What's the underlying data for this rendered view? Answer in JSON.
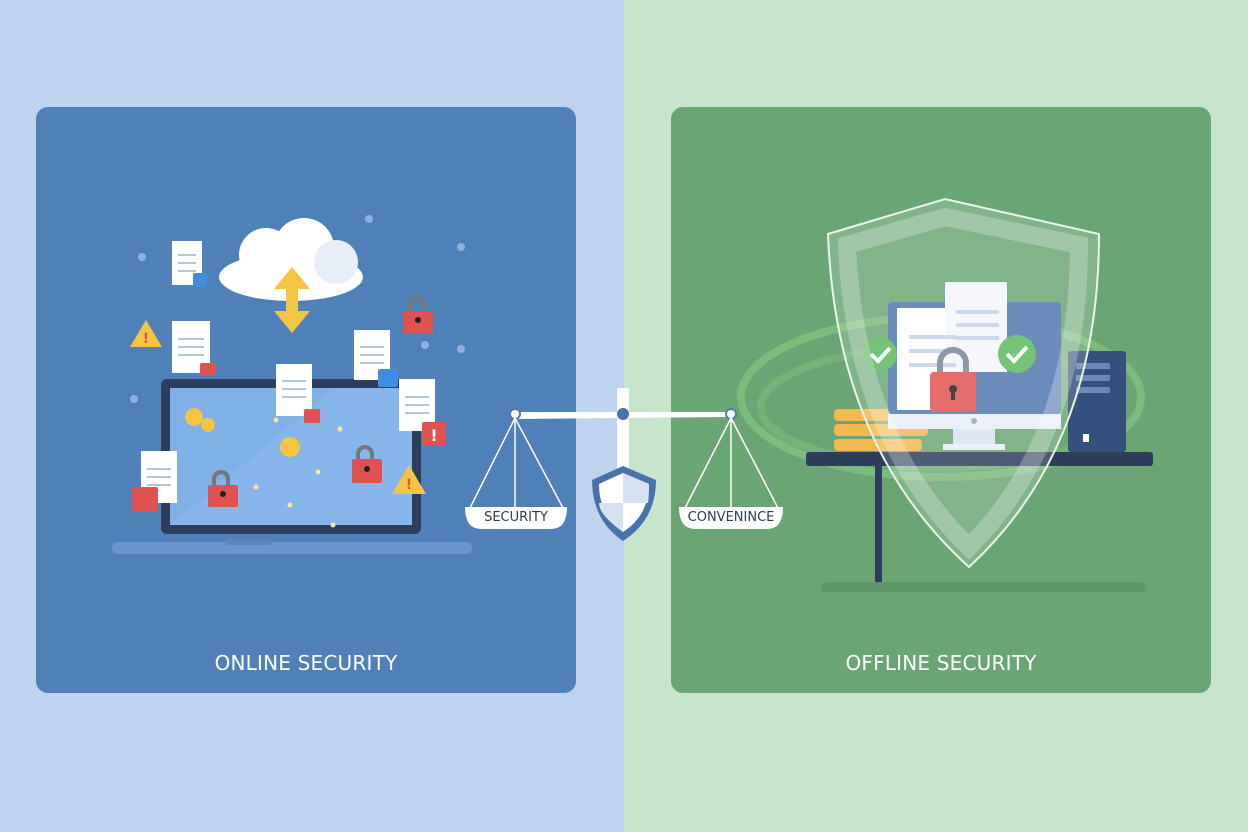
{
  "panels": {
    "online": {
      "title": "ONLINE SECURITY",
      "color": "#5080b8",
      "background": "#bdd3ee"
    },
    "offline": {
      "title": "OFFLINE SECURITY",
      "color": "#69a673",
      "background": "#c6e5cc"
    }
  },
  "scale": {
    "left_label": "SECURITY",
    "right_label": "CONVENINCE"
  },
  "icons": {
    "online": [
      "cloud-icon",
      "upload-download-arrow-icon",
      "document-icon",
      "padlock-icon",
      "warning-icon",
      "laptop-icon",
      "chain-link-icon"
    ],
    "offline": [
      "shield-icon",
      "monitor-icon",
      "padlock-icon",
      "checkmark-icon",
      "coin-stack-icon",
      "desktop-tower-icon",
      "desk-icon"
    ]
  },
  "colors": {
    "lock_red": "#e05252",
    "warning_yellow": "#f4c542",
    "check_green": "#5bb85d",
    "dark_navy": "#2c3e5c"
  }
}
